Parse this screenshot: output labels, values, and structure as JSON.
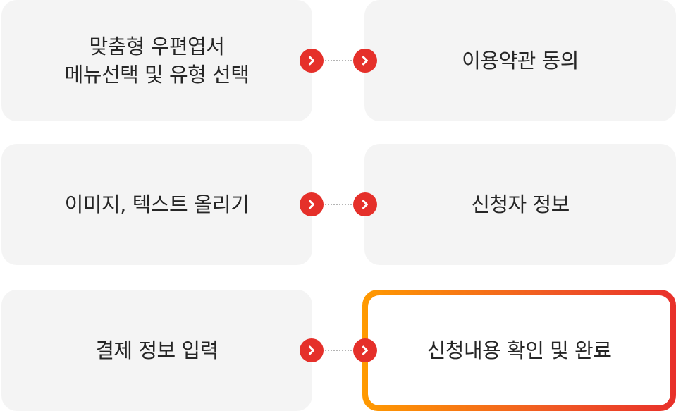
{
  "steps": [
    {
      "label": "맞춤형 우편엽서\n메뉴선택 및 유형 선택"
    },
    {
      "label": "이용약관 동의"
    },
    {
      "label": "이미지, 텍스트 올리기"
    },
    {
      "label": "신청자 정보"
    },
    {
      "label": "결제 정보 입력"
    },
    {
      "label": "신청내용 확인 및 완료"
    }
  ],
  "active_step": 6,
  "colors": {
    "card_bg": "#f4f4f4",
    "text": "#262626",
    "arrow": "#e5302a",
    "gradient_start": "#ff9a00",
    "gradient_end": "#e8302a"
  },
  "icons": {
    "connector": "chevron-right-icon"
  }
}
